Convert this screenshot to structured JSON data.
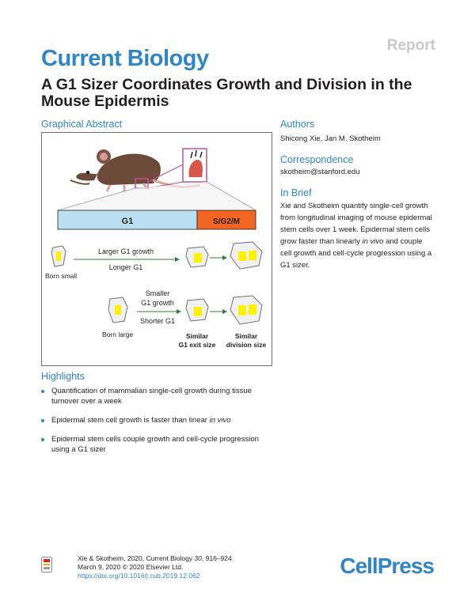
{
  "header": {
    "article_type": "Report",
    "journal": "Current Biology",
    "title": "A G1 Sizer Coordinates Growth and Division in the Mouse Epidermis"
  },
  "graphical_abstract": {
    "heading": "Graphical Abstract",
    "bar_g1": "G1",
    "bar_sg2m": "S/G2/M",
    "row1_top": "Larger G1 growth",
    "row1_bottom": "Longer G1",
    "row1_label": "Born small",
    "row2_top_line1": "Smaller",
    "row2_top_line2": "G1 growth",
    "row2_bottom": "Shorter G1",
    "row2_label": "Born large",
    "col1_line1": "Similar",
    "col1_line2": "G1 exit size",
    "col2_line1": "Similar",
    "col2_line2": "division size",
    "colors": {
      "g1_bar": "#b9dff0",
      "sg2m_bar": "#f26522",
      "zoom_frame": "#c0558a",
      "cell_fill": "#f0f0f0",
      "nucleus": "#fff200",
      "arrow": "#2e7d32",
      "mouse": "#6b4a3a"
    }
  },
  "authors": {
    "heading": "Authors",
    "names": "Shicong Xie, Jan M. Skotheim"
  },
  "correspondence": {
    "heading": "Correspondence",
    "email": "skotheim@stanford.edu"
  },
  "in_brief": {
    "heading": "In Brief",
    "text_1": "Xie and Skotheim quantify single-cell growth from longitudinal imaging of mouse epidermal stem cells over 1 week. Epidermal stem cells grow faster than linearly ",
    "text_2": "in vivo",
    "text_3": " and couple cell growth and cell-cycle progression using a G1 sizer."
  },
  "highlights": {
    "heading": "Highlights",
    "item1": "Quantification of mammalian single-cell growth during tissue turnover over a week",
    "item2_1": "Epidermal stem cell growth is faster than linear ",
    "item2_2": "in vivo",
    "item3": "Epidermal stem cells couple growth and cell-cycle progression using a G1 sizer"
  },
  "footer": {
    "citation_1": "Xie & Skotheim, 2020, Current Biology ",
    "citation_vol": "30",
    "citation_2": ", 916–924",
    "date": "March 9, 2020 © 2020 Elsevier Ltd.",
    "doi": "https://doi.org/10.1016/j.cub.2019.12.062",
    "publisher_1": "Cell",
    "publisher_2": "Press"
  }
}
